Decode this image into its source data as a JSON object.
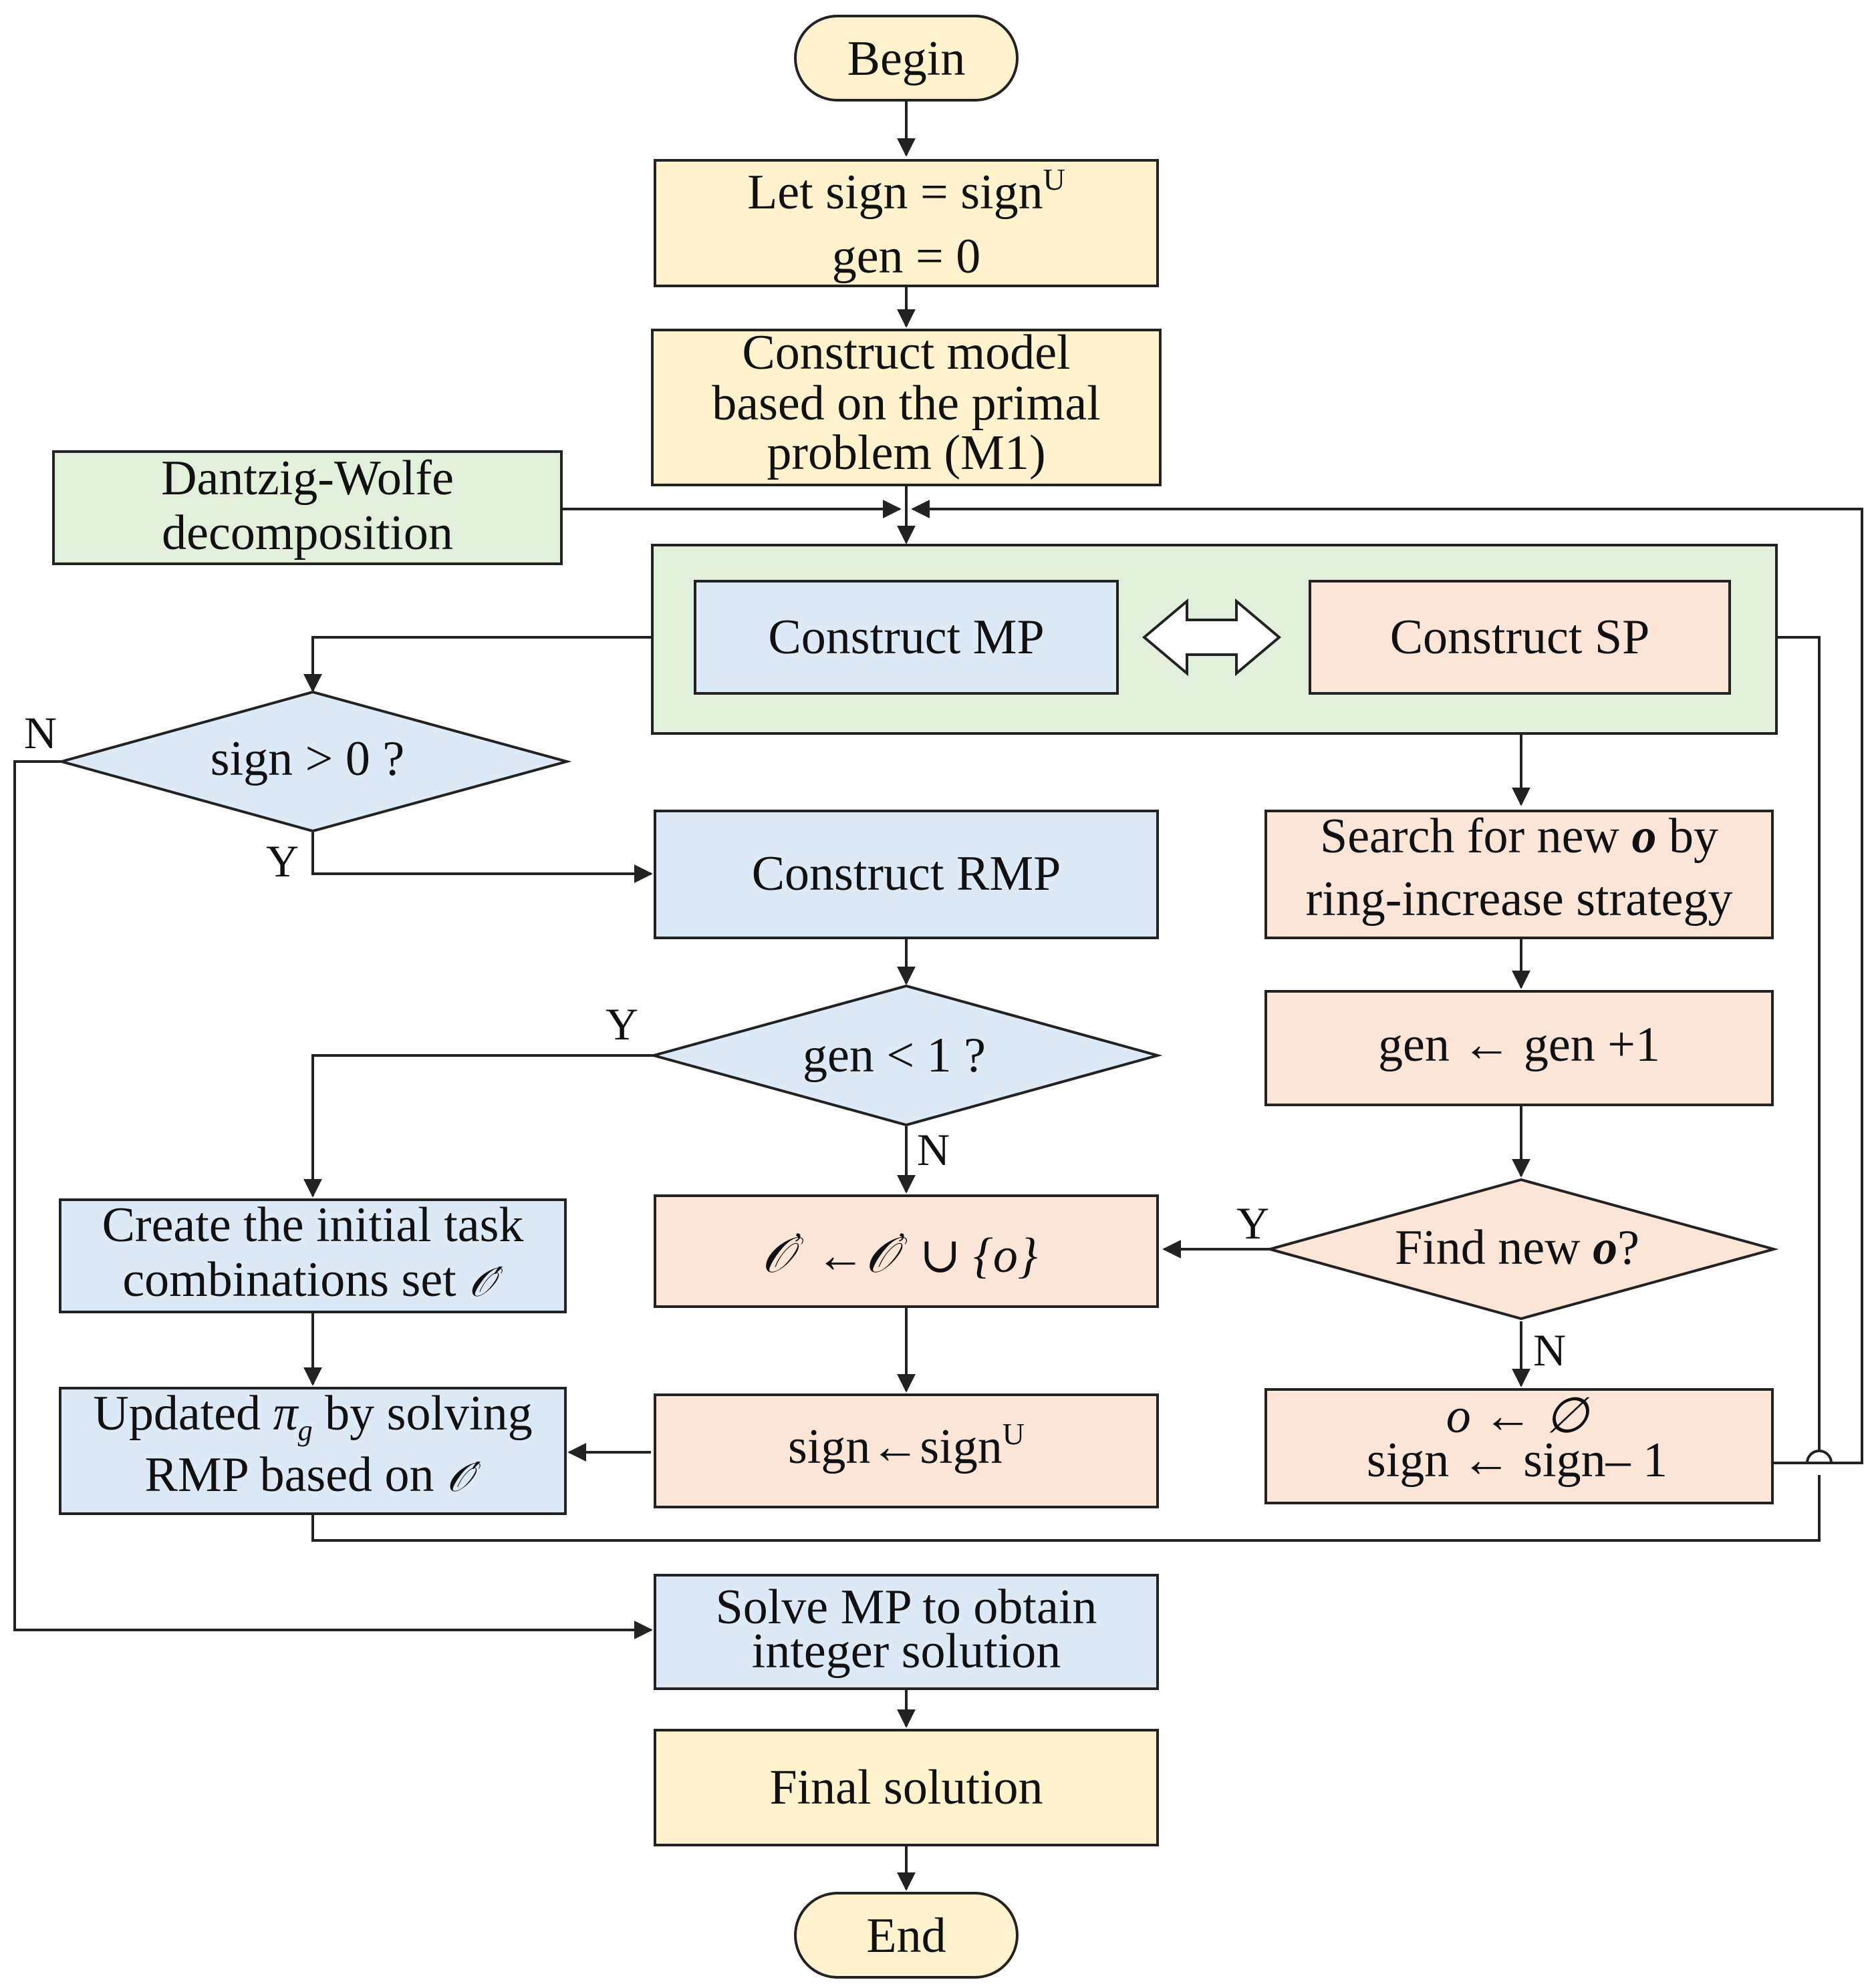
{
  "nodes": {
    "begin": "Begin",
    "init": {
      "line1_prefix": "Let sign = sign",
      "line1_sup": "U",
      "line2": "gen = 0"
    },
    "construct_model": {
      "line1": "Construct model",
      "line2": "based on the primal",
      "line3": "problem  (M1)"
    },
    "dw": {
      "line1": "Dantzig-Wolfe",
      "line2": "decomposition"
    },
    "construct_mp": "Construct MP",
    "construct_sp": "Construct SP",
    "decision_sign": "sign > 0 ?",
    "construct_rmp": "Construct RMP",
    "search": {
      "line1_prefix": "Search for new ",
      "line1_var": "o",
      "line1_suffix": " by",
      "line2": "ring-increase strategy"
    },
    "gen_inc": "gen ← gen +1",
    "decision_gen": "gen < 1 ?",
    "decision_find": {
      "prefix": "Find new ",
      "var": "o",
      "suffix": "?"
    },
    "create_initial": {
      "line1": "Create the initial task",
      "line2_prefix": "combinations set ",
      "line2_sym": "𝒪′"
    },
    "union": {
      "lhs": "𝒪",
      "lhs_prime": "’",
      "arrow": "←",
      "rhs": "𝒪",
      "rhs_prime": "’",
      "tail": "∪ {o}"
    },
    "updated_pi": {
      "prefix": "Updated ",
      "sym": "π",
      "sub": "g",
      "suffix": " by solving",
      "line2_prefix": "RMP based on ",
      "line2_sym": "𝒪′"
    },
    "sign_reset": {
      "prefix": "sign←sign",
      "sup": "U"
    },
    "o_empty": {
      "line1": "o ← ∅",
      "line2": "sign ← sign– 1"
    },
    "solve_mp": {
      "line1": "Solve MP to obtain",
      "line2": "integer solution"
    },
    "final": "Final solution",
    "end": "End"
  },
  "edge_labels": {
    "sign_no": "N",
    "sign_yes": "Y",
    "gen_yes": "Y",
    "gen_no": "N",
    "find_yes": "Y",
    "find_no": "N"
  },
  "colors": {
    "terminal": "#fff2cc",
    "decomposition": "#e2efda",
    "master": "#dde9f5",
    "subproblem": "#fbe5d6",
    "stroke": "#222222"
  }
}
